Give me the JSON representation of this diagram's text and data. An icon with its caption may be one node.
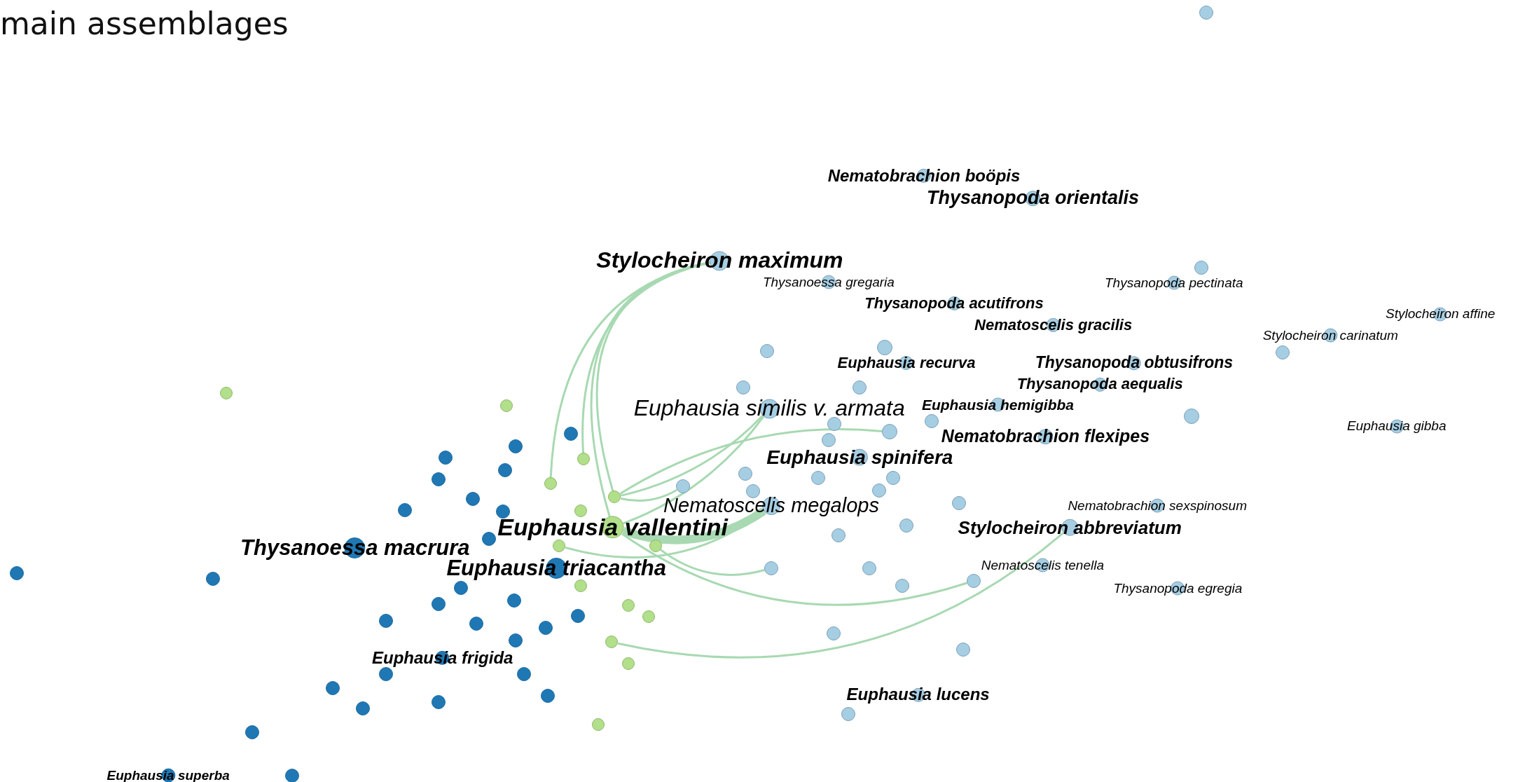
{
  "diagram": {
    "title": "main assemblages",
    "nodes": [
      {
        "text": [
          "Nematobrachion boöpis"
        ]
      },
      {
        "text": [
          "Thysanopoda orientalis"
        ]
      },
      {
        "text": [
          "Stylocheiron maximum"
        ]
      },
      {
        "text": [
          "Thysanoessa gregaria"
        ]
      },
      {
        "text": [
          "Thysanopoda acutifrons"
        ]
      },
      {
        "text": [
          "Thysanopoda pectinata"
        ]
      },
      {
        "text": [
          "Nematoscelis gracilis"
        ]
      },
      {
        "text": [
          "Stylocheiron affine"
        ]
      },
      {
        "text": [
          "Stylocheiron carinatum"
        ]
      },
      {
        "text": [
          "Euphausia recurva"
        ]
      },
      {
        "text": [
          "Thysanopoda obtusifrons"
        ]
      },
      {
        "text": [
          "Thysanopoda aequalis"
        ]
      },
      {
        "text": [
          "Euphausia similis v. armata"
        ]
      },
      {
        "text": [
          "Euphausia hemigibba"
        ]
      },
      {
        "text": [
          "Nematobrachion flexipes"
        ]
      },
      {
        "text": [
          "Euphausia gibba"
        ]
      },
      {
        "text": [
          "Euphausia spinifera"
        ]
      },
      {
        "text": [
          "Nematoscelis megalops"
        ]
      },
      {
        "text": [
          "Nematobrachion sexspinosum"
        ]
      },
      {
        "text": [
          "Stylocheiron abbreviatum"
        ]
      },
      {
        "text": [
          "Euphausia vallentini"
        ]
      },
      {
        "text": [
          "Thysanoessa macrura"
        ]
      },
      {
        "text": [
          "Euphausia triacantha"
        ]
      },
      {
        "text": [
          "Nematoscelis tenella"
        ]
      },
      {
        "text": [
          "Thysanopoda egregia"
        ]
      },
      {
        "text": [
          "Euphausia frigida"
        ]
      },
      {
        "text": [
          "Euphausia lucens"
        ]
      },
      {
        "text": [
          "Euphausia superba"
        ]
      },
      {
        "text": [],
        "shape": "circle"
      },
      {
        "text": [],
        "shape": "circle"
      },
      {
        "text": [],
        "shape": "circle"
      },
      {
        "text": [],
        "shape": "circle"
      },
      {
        "text": [],
        "shape": "circle"
      },
      {
        "text": [],
        "shape": "circle"
      },
      {
        "text": [],
        "shape": "circle"
      },
      {
        "text": [],
        "shape": "circle"
      },
      {
        "text": [],
        "shape": "circle"
      },
      {
        "text": [],
        "shape": "circle"
      },
      {
        "text": [],
        "shape": "circle"
      },
      {
        "text": [],
        "shape": "circle"
      },
      {
        "text": [],
        "shape": "circle"
      },
      {
        "text": [],
        "shape": "circle"
      },
      {
        "text": [],
        "shape": "circle"
      },
      {
        "text": [],
        "shape": "circle"
      },
      {
        "text": [],
        "shape": "circle"
      },
      {
        "text": [],
        "shape": "circle"
      },
      {
        "text": [],
        "shape": "circle"
      },
      {
        "text": [],
        "shape": "circle"
      },
      {
        "text": [],
        "shape": "circle"
      },
      {
        "text": [],
        "shape": "circle"
      },
      {
        "text": [],
        "shape": "circle"
      },
      {
        "text": [],
        "shape": "circle"
      },
      {
        "text": [],
        "shape": "circle"
      },
      {
        "text": [],
        "shape": "circle"
      },
      {
        "text": [],
        "shape": "circle"
      },
      {
        "text": [],
        "shape": "circle"
      },
      {
        "text": [],
        "shape": "circle"
      },
      {
        "text": [],
        "shape": "circle"
      },
      {
        "text": [],
        "shape": "circle"
      },
      {
        "text": [],
        "shape": "circle"
      },
      {
        "text": [],
        "shape": "circle"
      },
      {
        "text": [],
        "shape": "circle"
      },
      {
        "text": [],
        "shape": "circle"
      },
      {
        "text": [],
        "shape": "circle"
      },
      {
        "text": [],
        "shape": "circle"
      },
      {
        "text": [],
        "shape": "circle"
      },
      {
        "text": [],
        "shape": "circle"
      },
      {
        "text": [],
        "shape": "circle"
      },
      {
        "text": [],
        "shape": "circle"
      },
      {
        "text": [],
        "shape": "circle"
      },
      {
        "text": [],
        "shape": "circle"
      },
      {
        "text": [],
        "shape": "circle"
      },
      {
        "text": [],
        "shape": "circle"
      },
      {
        "text": [],
        "shape": "circle"
      },
      {
        "text": [],
        "shape": "circle"
      },
      {
        "text": [],
        "shape": "circle"
      },
      {
        "text": [],
        "shape": "circle"
      },
      {
        "text": [],
        "shape": "circle"
      },
      {
        "text": [],
        "shape": "circle"
      },
      {
        "text": [],
        "shape": "circle"
      },
      {
        "text": [],
        "shape": "circle"
      },
      {
        "text": [],
        "shape": "circle"
      },
      {
        "text": [],
        "shape": "circle"
      },
      {
        "text": [],
        "shape": "circle"
      },
      {
        "text": [],
        "shape": "circle"
      },
      {
        "text": [],
        "shape": "circle"
      },
      {
        "text": [],
        "shape": "circle"
      },
      {
        "text": [],
        "shape": "circle"
      },
      {
        "text": [],
        "shape": "circle"
      },
      {
        "text": [],
        "shape": "circle"
      },
      {
        "text": [],
        "shape": "circle"
      },
      {
        "text": [],
        "shape": "circle"
      },
      {
        "text": [],
        "shape": "circle"
      },
      {
        "text": [],
        "shape": "circle"
      },
      {
        "text": [],
        "shape": "circle"
      },
      {
        "text": [],
        "shape": "circle"
      },
      {
        "text": [],
        "shape": "circle"
      }
    ],
    "edges": [
      {
        "from": 2,
        "to": 58,
        "arrow": "none"
      },
      {
        "from": 2,
        "to": 59,
        "arrow": "none"
      },
      {
        "from": 2,
        "to": 60,
        "arrow": "none"
      },
      {
        "from": 2,
        "to": 20,
        "arrow": "none"
      },
      {
        "from": 12,
        "to": 60,
        "arrow": "none"
      },
      {
        "from": 12,
        "to": 20,
        "arrow": "none"
      },
      {
        "from": 60,
        "to": 37,
        "arrow": "none"
      },
      {
        "from": 60,
        "to": 40,
        "arrow": "none"
      },
      {
        "from": 20,
        "to": 17,
        "arrow": "none",
        "style": "thick"
      },
      {
        "from": 63,
        "to": 49,
        "arrow": "none"
      },
      {
        "from": 20,
        "to": 52,
        "arrow": "none"
      },
      {
        "from": 67,
        "to": 19,
        "arrow": "none"
      },
      {
        "from": 62,
        "to": 17,
        "arrow": "none"
      }
    ]
  }
}
